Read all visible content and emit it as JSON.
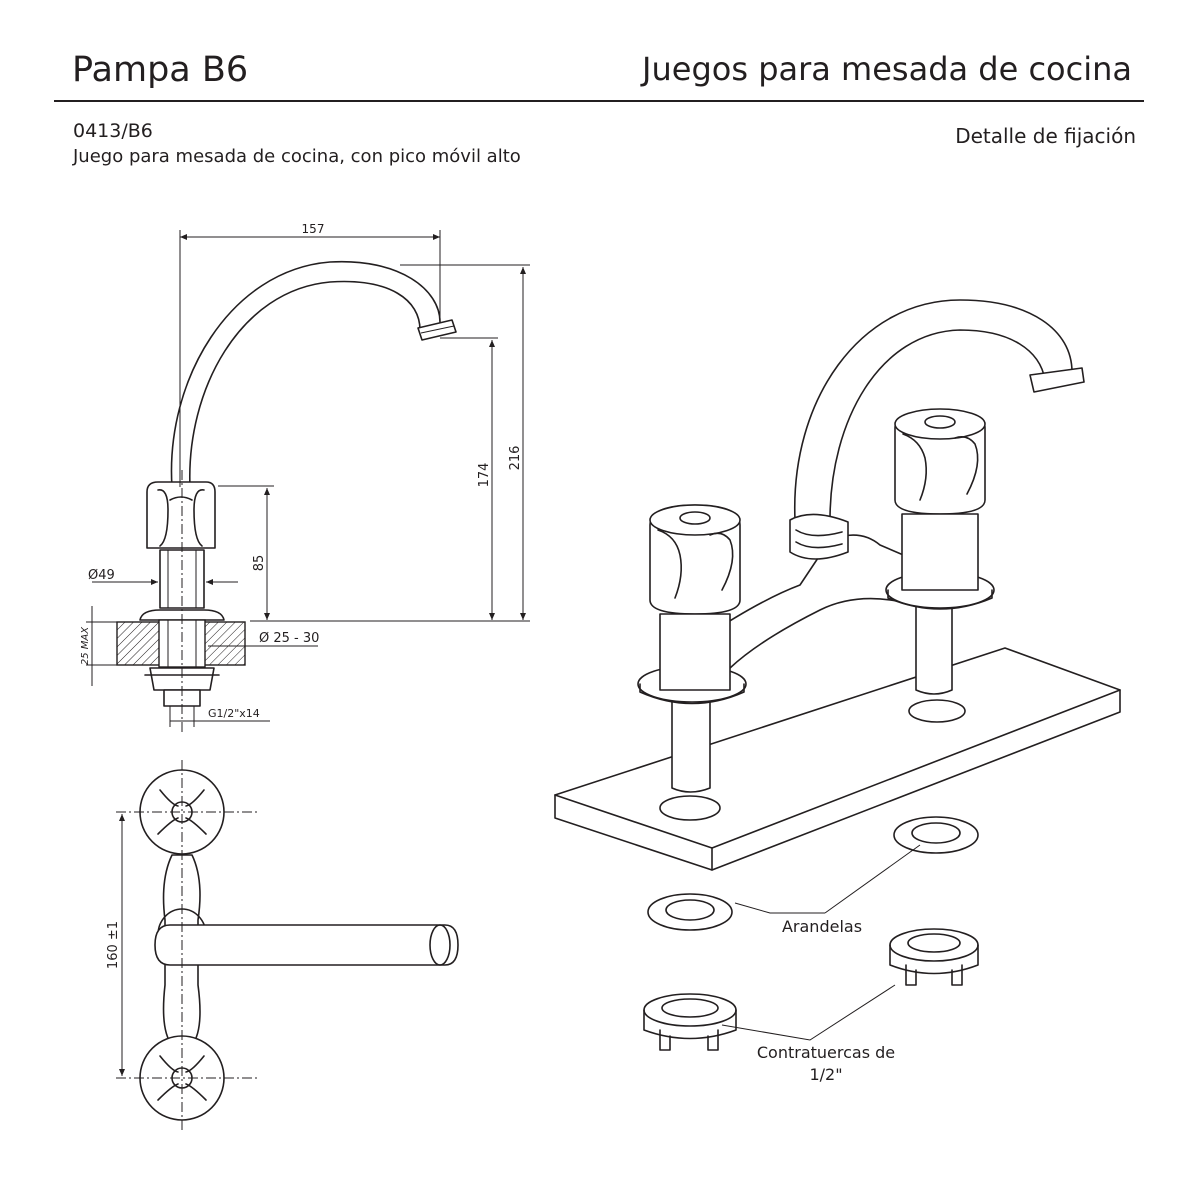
{
  "header": {
    "product": "Pampa B6",
    "category": "Juegos para mesada de cocina"
  },
  "subheader": {
    "code": "0413/B6",
    "description": "Juego para mesada de cocina, con pico móvil alto",
    "detail_title": "Detalle de fijación"
  },
  "dimensions": {
    "width": "157",
    "height_total": "216",
    "height_spout": "174",
    "height_body": "85",
    "diameter_base": "Ø49",
    "hole_diameter": "Ø 25 - 30",
    "max_thickness": "25 MAX",
    "thread": "G1/2\"x14",
    "center_distance": "160 ±1"
  },
  "labels": {
    "washers": "Arandelas",
    "locknuts_line1": "Contratuercas de",
    "locknuts_line2": "1/2\""
  }
}
